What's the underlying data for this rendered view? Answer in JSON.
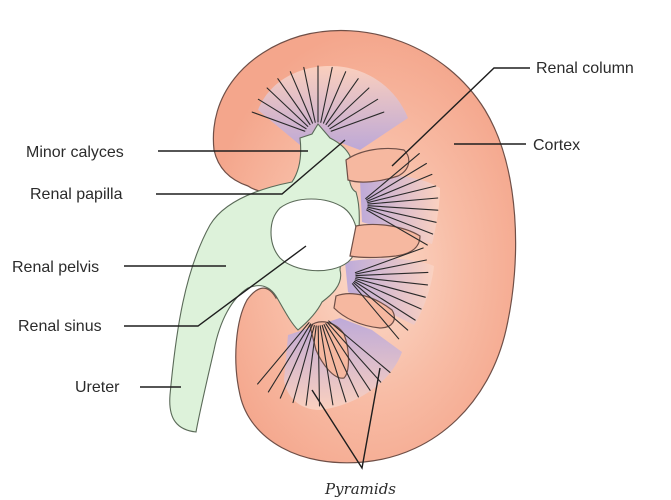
{
  "labels": {
    "minor_calyces": "Minor calyces",
    "renal_papilla": "Renal papilla",
    "renal_pelvis": "Renal pelvis",
    "renal_sinus": "Renal sinus",
    "ureter": "Ureter",
    "renal_column": "Renal column",
    "cortex": "Cortex",
    "pyramids": "Pyramids"
  },
  "colors": {
    "cortex": "#f5aa92",
    "cortex_light": "#fbd3c2",
    "pelvis": "#def3dc",
    "pyramid": "#b9abdc",
    "sinus": "#ffffff"
  }
}
